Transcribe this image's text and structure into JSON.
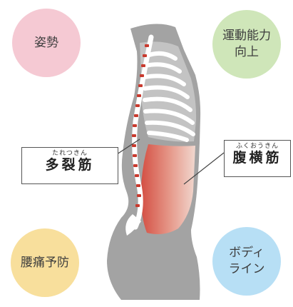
{
  "benefits": {
    "top_left": "姿勢",
    "top_right": "運動能力\n向上",
    "bottom_left": "腰痛予防",
    "bottom_right": "ボディ\nライン"
  },
  "muscles": {
    "left": {
      "ruby": "たれつきん",
      "name": "多裂筋"
    },
    "right": {
      "ruby": "ふくおうきん",
      "name": "腹横筋"
    }
  },
  "colors": {
    "body_gray": "#9e9e9e",
    "body_light": "#b8b8b8",
    "muscle_red": "#d8483b",
    "muscle_light": "#f6d2c8"
  }
}
